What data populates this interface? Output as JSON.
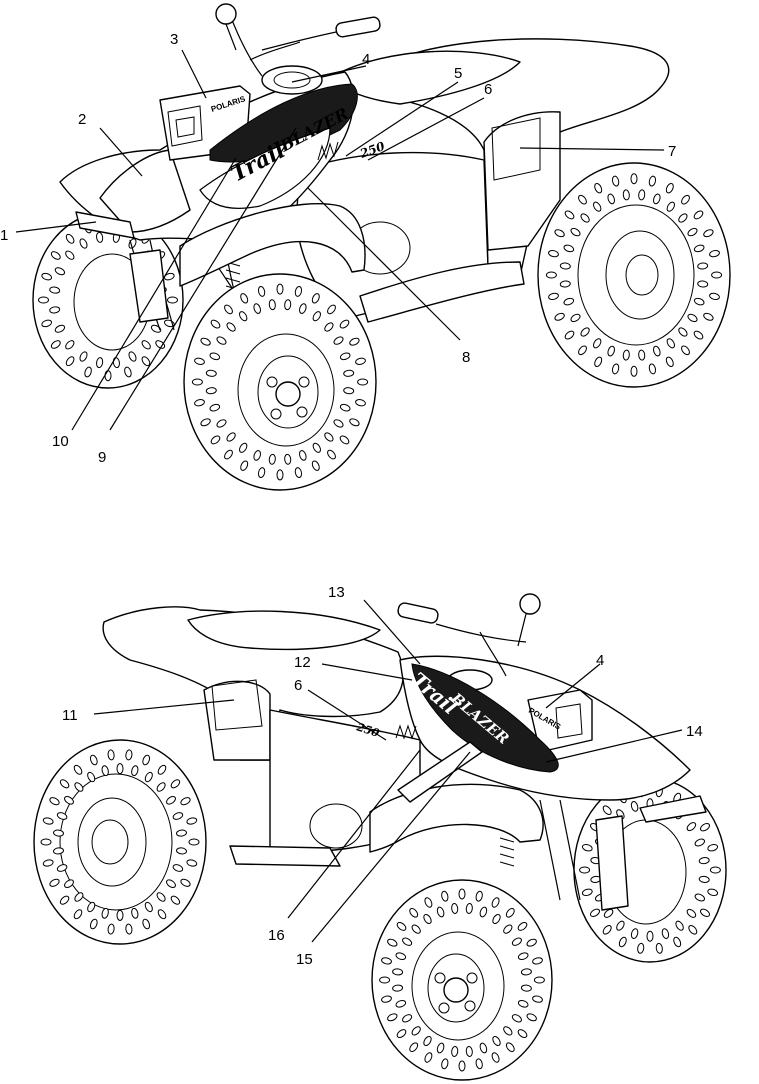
{
  "top_view": {
    "brand_script": "Trail",
    "brand_block": "BLAZER",
    "brand_small": "POLARIS",
    "model_number": "250",
    "callouts": [
      "1",
      "2",
      "3",
      "4",
      "5",
      "6",
      "7",
      "8",
      "9",
      "10"
    ]
  },
  "bottom_view": {
    "brand_script": "Trail",
    "brand_block": "BLAZER",
    "brand_small": "POLARIS",
    "model_number": "250",
    "callouts": [
      "13",
      "12",
      "4",
      "6",
      "11",
      "14",
      "16",
      "15"
    ]
  }
}
